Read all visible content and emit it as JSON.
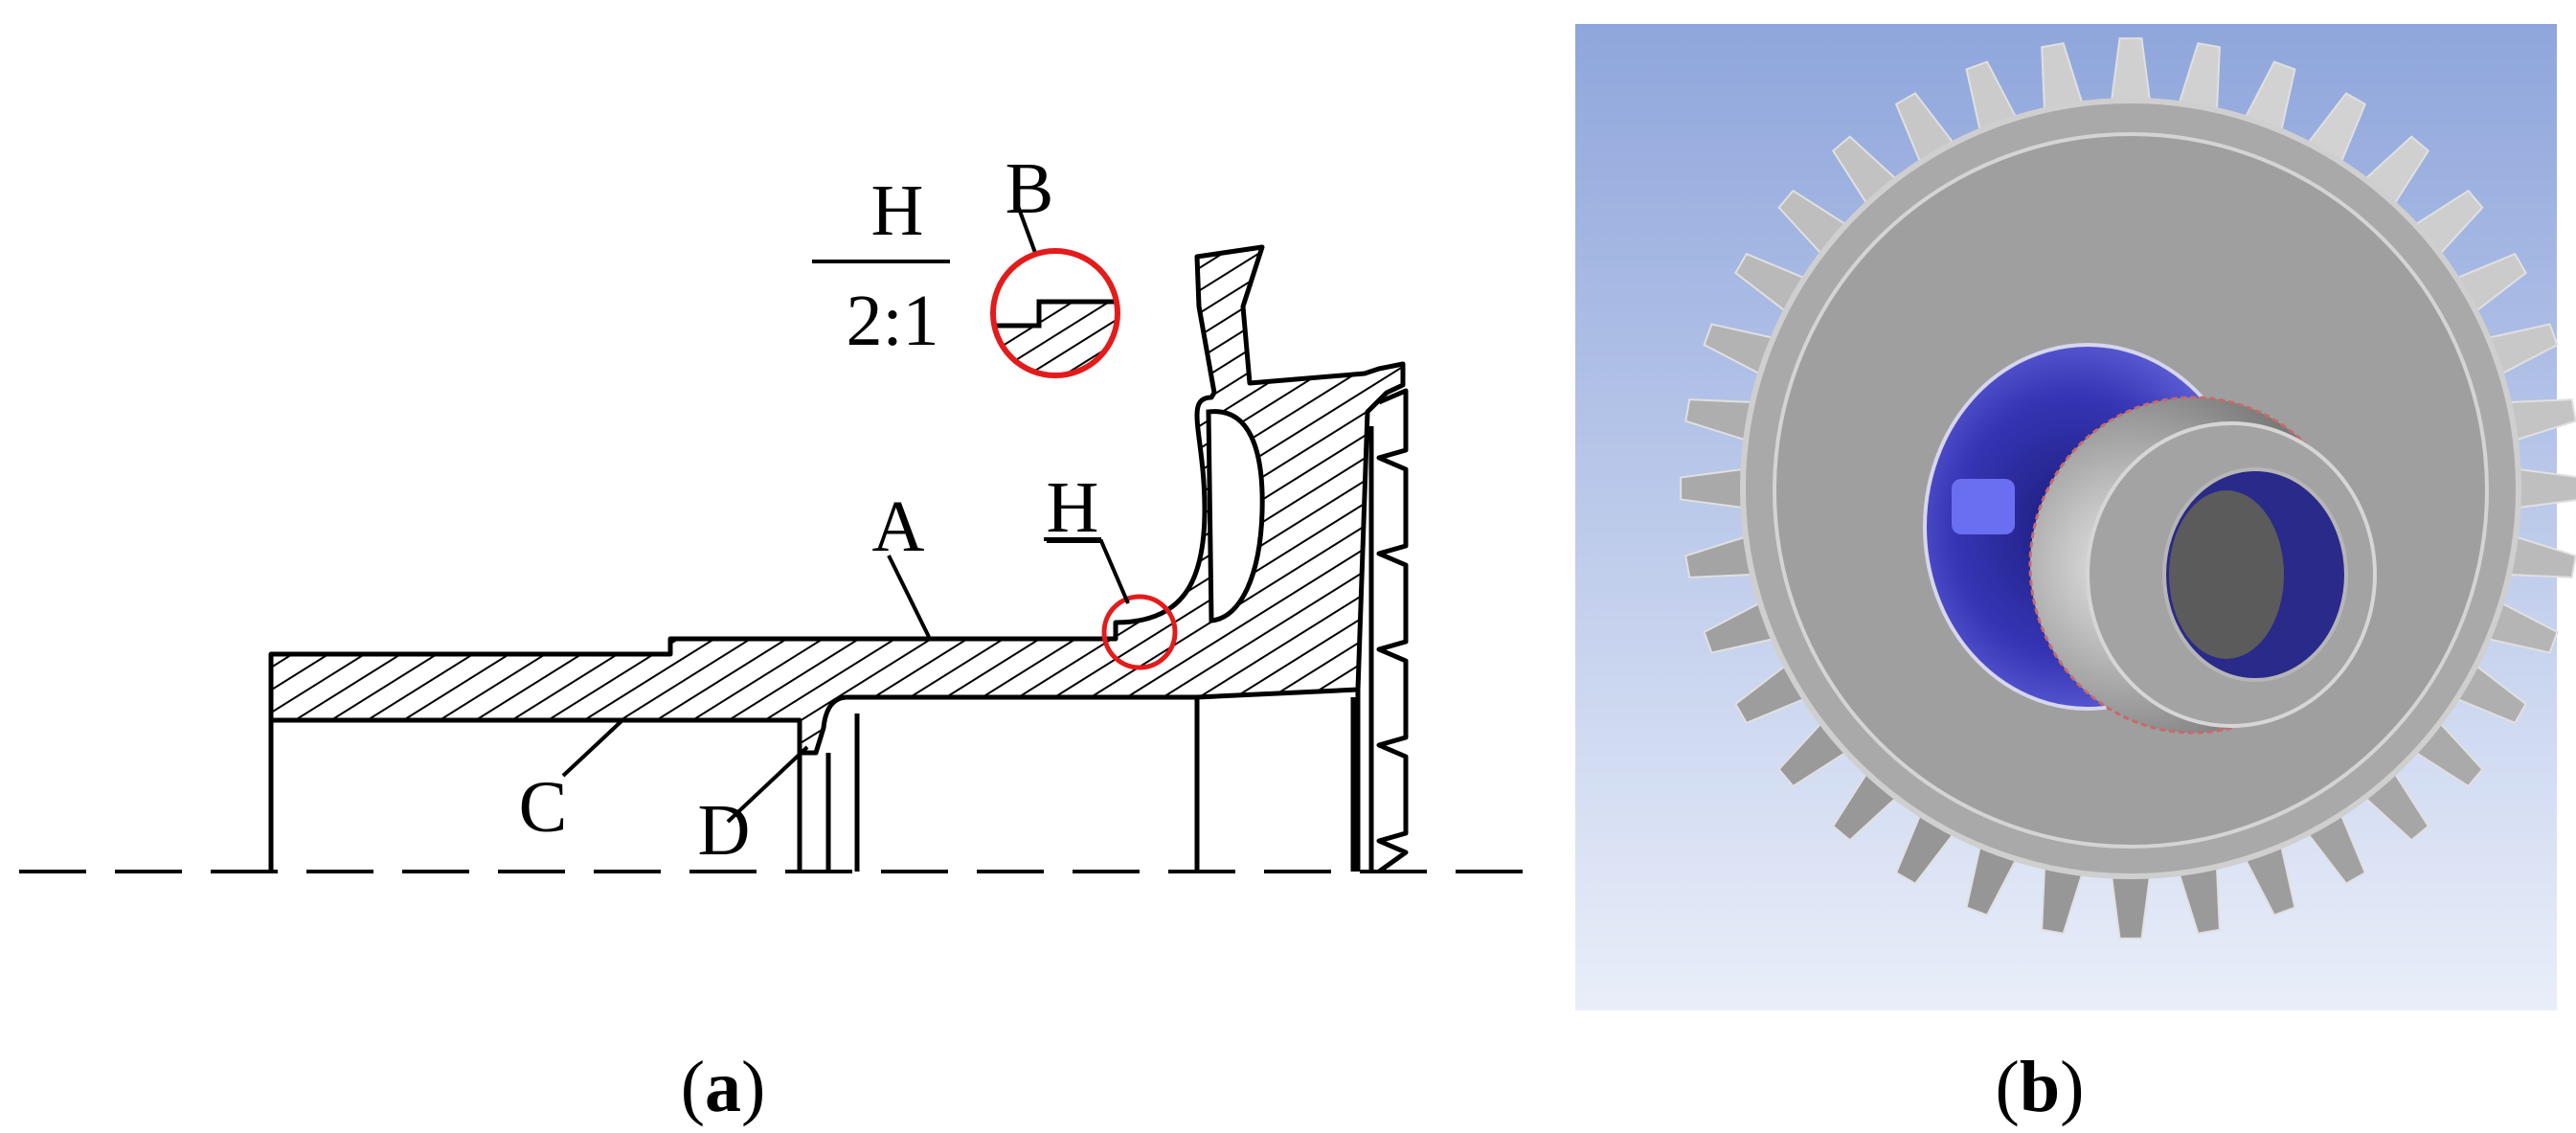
{
  "panel_a": {
    "labels": {
      "A": "A",
      "B": "B",
      "C": "C",
      "D": "D",
      "H": "H"
    },
    "detail": {
      "title": "H",
      "scale": "2:1"
    },
    "caption_open": "(",
    "caption_letter": "a",
    "caption_close": ")"
  },
  "panel_b": {
    "caption_open": "(",
    "caption_letter": "b",
    "caption_close": ")"
  },
  "colors": {
    "line": "#000000",
    "highlight": "#e31b1b",
    "sky_top": "#8fa6dc",
    "sky_bottom": "#e7ecf8",
    "gear_gray": "#a9a9a9",
    "bore_blue": "#3a3ab8"
  }
}
